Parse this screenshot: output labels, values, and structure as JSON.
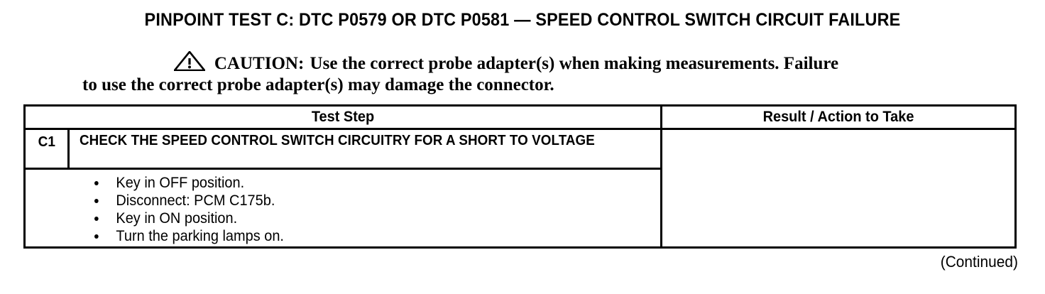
{
  "document": {
    "title": "PINPOINT TEST  C: DTC P0579 OR DTC P0581 — SPEED CONTROL SWITCH CIRCUIT FAILURE",
    "continued_label": "(Continued)"
  },
  "caution": {
    "icon": "warning-triangle-icon",
    "keyword": "CAUTION:",
    "line1": "Use the correct probe adapter(s) when making measurements. Failure",
    "line2": "to use the correct probe adapter(s) may damage the connector."
  },
  "table": {
    "columns": [
      {
        "header": "Test Step"
      },
      {
        "header": "Result / Action to Take"
      }
    ],
    "rows": [
      {
        "step_id": "C1",
        "step_title": "CHECK THE SPEED CONTROL SWITCH CIRCUITRY FOR A SHORT TO VOLTAGE",
        "actions": [
          "Key in OFF position.",
          "Disconnect: PCM C175b.",
          "Key in ON position.",
          "Turn the parking lamps on."
        ],
        "result_action": ""
      }
    ]
  },
  "colors": {
    "ink": "#000000",
    "paper": "#ffffff"
  }
}
